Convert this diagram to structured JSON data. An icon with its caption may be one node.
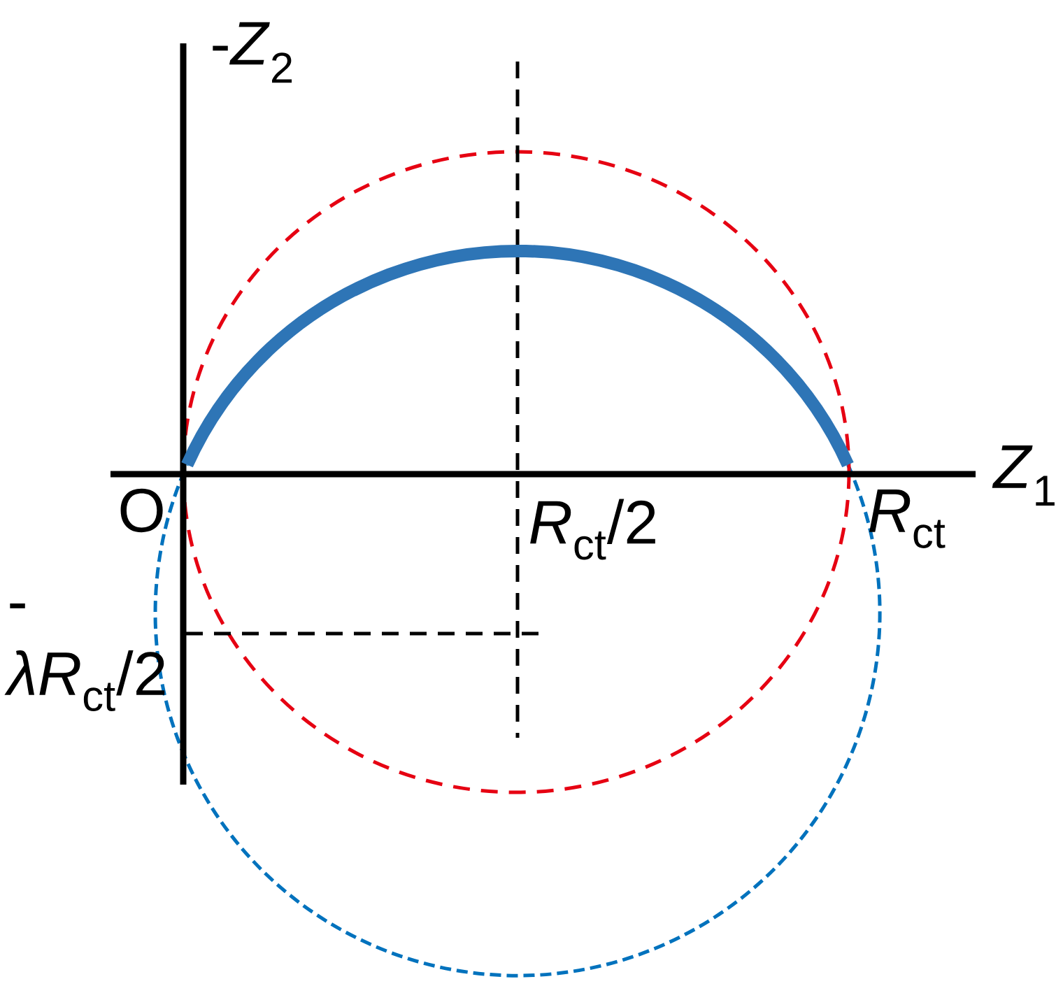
{
  "diagram": {
    "labels": [
      "-*Z*$_{2}$",
      "*Z*$_{1}$",
      "O",
      "*R*$_{ct}$/2",
      "*R*$_{ct}$",
      "- *λR*$_{ct}$/2"
    ]
  }
}
